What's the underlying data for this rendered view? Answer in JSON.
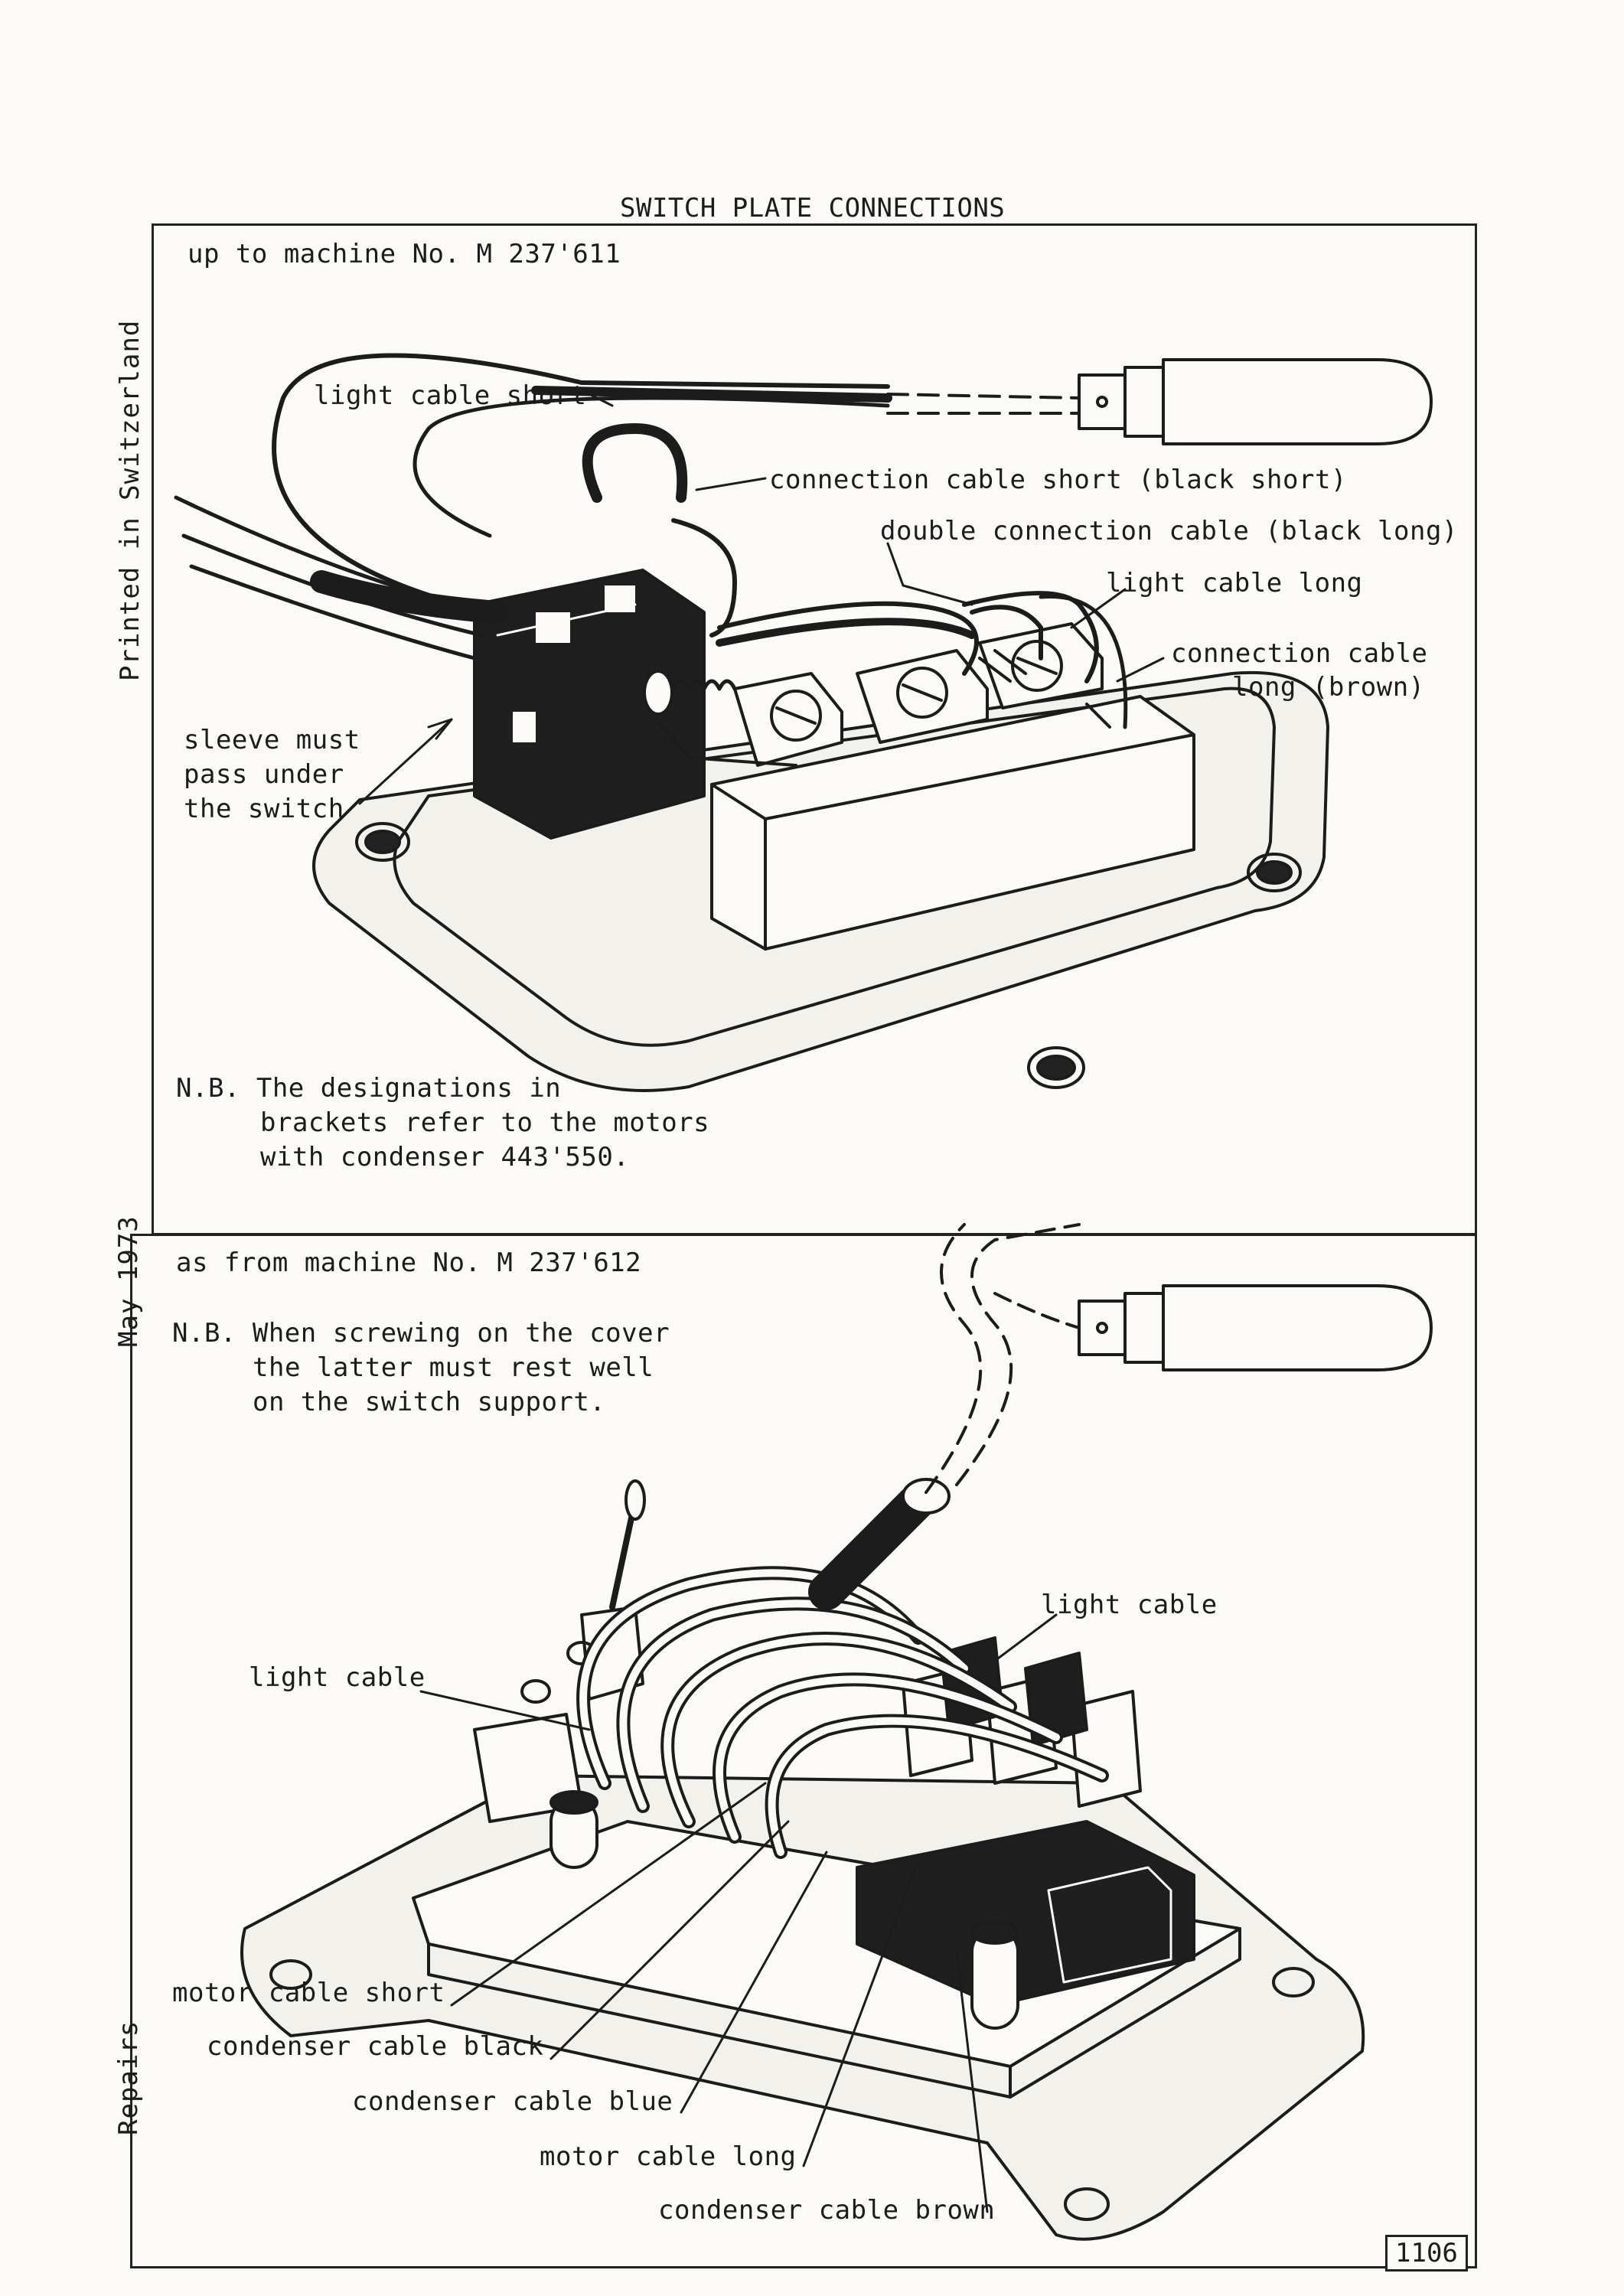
{
  "title": "SWITCH PLATE CONNECTIONS",
  "side": {
    "printed": "Printed in Switzerland",
    "date": "May 1973",
    "section": "Repairs"
  },
  "panel1": {
    "heading": "up to machine No. M 237'611",
    "labels": {
      "light_cable_short": "light cable short",
      "connection_cable_short": "connection cable short (black short)",
      "double_connection_cable": "double connection cable (black long)",
      "light_cable_long": "light cable long",
      "connection_cable_long_1": "connection cable",
      "connection_cable_long_2": "long (brown)",
      "sleeve_1": "sleeve must",
      "sleeve_2": "pass under",
      "sleeve_3": "the switch"
    },
    "note": {
      "line1": "N.B. The designations in",
      "line2": "brackets refer to the motors",
      "line3": "with condenser 443'550."
    }
  },
  "panel2": {
    "heading": "as from machine No. M 237'612",
    "note": {
      "line1": "N.B. When screwing on the cover",
      "line2": "the latter must rest well",
      "line3": "on the switch support."
    },
    "labels": {
      "light_cable_right": "light cable",
      "light_cable_left": "light cable",
      "motor_cable_short": "motor cable short",
      "condenser_cable_black": "condenser cable black",
      "condenser_cable_blue": "condenser cable blue",
      "motor_cable_long": "motor cable long",
      "condenser_cable_brown": "condenser cable brown"
    }
  },
  "page_number": "1106"
}
